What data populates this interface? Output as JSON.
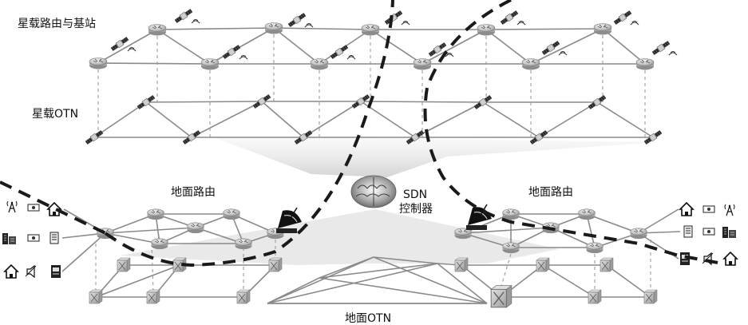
{
  "labels": {
    "sat_routing": "星载路由与基站",
    "sat_otn": "星载OTN",
    "ground_routing_left": "地面路由",
    "ground_routing_right": "地面路由",
    "sdn_line1": "SDN",
    "sdn_line2": "控制器",
    "ground_otn": "地面OTN"
  },
  "icons": {
    "router": "router-icon",
    "satellite": "satellite-icon",
    "otn_node": "otn-node-icon",
    "dish": "satellite-dish-icon",
    "brain": "brain-icon",
    "antenna": "antenna-icon",
    "house": "house-icon",
    "building": "building-icon",
    "server": "server-icon"
  },
  "colors": {
    "dashed_path": "#1a1a1a",
    "link": "#8a8a8a",
    "node_fill": "#d6d6d6",
    "otn_fill": "#c4c4c4",
    "beam": "#e4e4e4"
  }
}
